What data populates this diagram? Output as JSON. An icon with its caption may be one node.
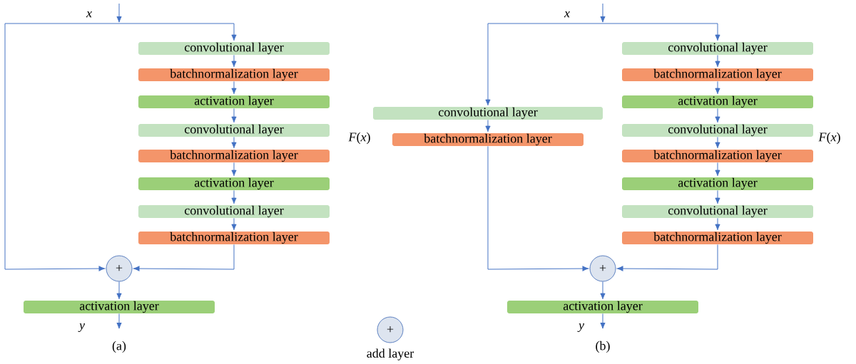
{
  "diagram": {
    "nodes": [
      {
        "text": [
          "convolutional layer"
        ]
      },
      {
        "text": [
          "batchnormalization layer"
        ]
      },
      {
        "text": [
          "activation layer"
        ]
      },
      {
        "text": [
          "convolutional layer"
        ]
      },
      {
        "text": [
          "batchnormalization layer"
        ]
      },
      {
        "text": [
          "activation layer"
        ]
      },
      {
        "text": [
          "convolutional layer"
        ]
      },
      {
        "text": [
          "batchnormalization layer"
        ]
      },
      {
        "text": [
          "+"
        ]
      },
      {
        "text": [
          "activation layer"
        ]
      },
      {
        "text": [
          "convolutional layer"
        ]
      },
      {
        "text": [
          "batchnormalization layer"
        ]
      },
      {
        "text": [
          "convolutional layer"
        ]
      },
      {
        "text": [
          "batchnormalization layer"
        ]
      },
      {
        "text": [
          "activation layer"
        ]
      },
      {
        "text": [
          "convolutional layer"
        ]
      },
      {
        "text": [
          "batchnormalization layer"
        ]
      },
      {
        "text": [
          "activation layer"
        ]
      },
      {
        "text": [
          "convolutional layer"
        ]
      },
      {
        "text": [
          "batchnormalization layer"
        ]
      },
      {
        "text": [
          "+"
        ]
      },
      {
        "text": [
          "activation layer"
        ]
      },
      {
        "text": [
          "+"
        ],
        "beside": [
          "add layer"
        ]
      }
    ],
    "edges": [
      {
        "from": null,
        "to": 0,
        "arrow": "to"
      },
      {
        "from": null,
        "to": 8,
        "arrow": "to"
      },
      {
        "from": 0,
        "to": 1,
        "arrow": "to"
      },
      {
        "from": 1,
        "to": 2,
        "arrow": "to"
      },
      {
        "from": 2,
        "to": 3,
        "arrow": "to"
      },
      {
        "from": 3,
        "to": 4,
        "arrow": "to"
      },
      {
        "from": 4,
        "to": 5,
        "arrow": "to"
      },
      {
        "from": 5,
        "to": 6,
        "arrow": "to"
      },
      {
        "from": 6,
        "to": 7,
        "arrow": "to"
      },
      {
        "from": 7,
        "to": 8,
        "arrow": "to"
      },
      {
        "from": 8,
        "to": 9,
        "arrow": "to"
      },
      {
        "from": 9,
        "to": null,
        "arrow": "to"
      },
      {
        "from": null,
        "to": 12,
        "arrow": "to"
      },
      {
        "from": null,
        "to": 10,
        "arrow": "to"
      },
      {
        "from": 10,
        "to": 11,
        "arrow": "to"
      },
      {
        "from": 11,
        "to": 20,
        "arrow": "to"
      },
      {
        "from": 12,
        "to": 13,
        "arrow": "to"
      },
      {
        "from": 13,
        "to": 14,
        "arrow": "to"
      },
      {
        "from": 14,
        "to": 15,
        "arrow": "to"
      },
      {
        "from": 15,
        "to": 16,
        "arrow": "to"
      },
      {
        "from": 16,
        "to": 17,
        "arrow": "to"
      },
      {
        "from": 17,
        "to": 18,
        "arrow": "to"
      },
      {
        "from": 18,
        "to": 19,
        "arrow": "to"
      },
      {
        "from": 19,
        "to": 20,
        "arrow": "to"
      },
      {
        "from": 20,
        "to": 21,
        "arrow": "to"
      },
      {
        "from": 21,
        "to": null,
        "arrow": "to"
      }
    ],
    "labels": [
      "x",
      "x",
      "*F*(*x*)",
      "*F*(*x*)",
      "y",
      "y",
      "(a)",
      "(b)"
    ]
  }
}
